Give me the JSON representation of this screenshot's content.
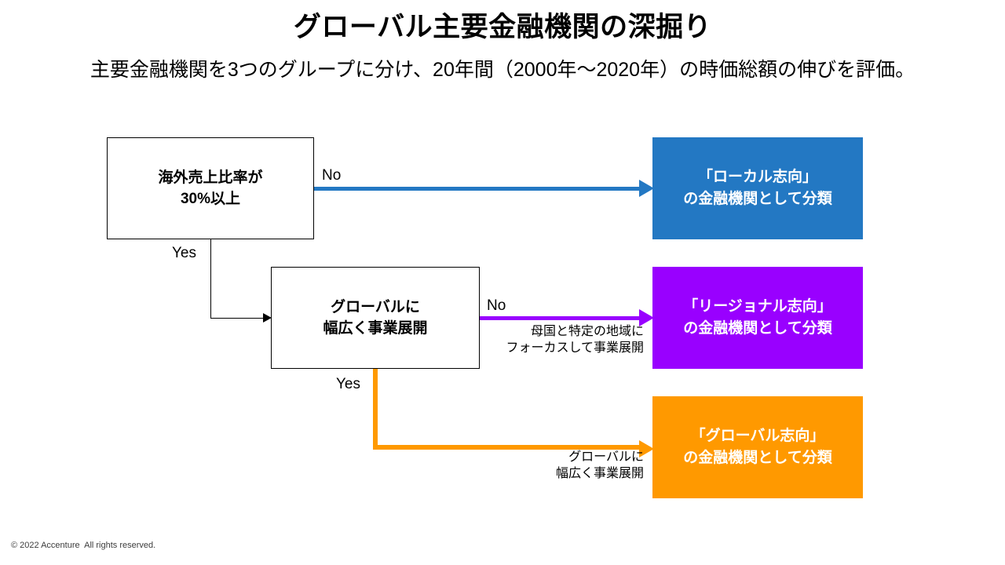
{
  "slide": {
    "title": "グローバル主要金融機関の深掘り",
    "subtitle": "主要金融機関を3つのグループに分け、20年間（2000年〜2020年）の時価総額の伸びを評価。"
  },
  "decision_nodes": [
    {
      "id": "overseas-ratio",
      "text": "海外売上比率が\n30%以上"
    },
    {
      "id": "global-breadth",
      "text": "グローバルに\n幅広く事業展開"
    }
  ],
  "result_nodes": [
    {
      "id": "local",
      "text": "「ローカル志向」\nの金融機関として分類",
      "color": "#2378C3"
    },
    {
      "id": "regional",
      "text": "「リージョナル志向」\nの金融機関として分類",
      "color": "#9900FF"
    },
    {
      "id": "global",
      "text": "「グローバル志向」\nの金融機関として分類",
      "color": "#FF9900"
    }
  ],
  "edges": {
    "no_to_local": "No",
    "yes_to_global_breadth": "Yes",
    "no_to_regional": "No",
    "yes_to_global": "Yes"
  },
  "edge_notes": {
    "regional": "母国と特定の地域に\nフォーカスして事業展開",
    "global": "グローバルに\n幅広く事業展開"
  },
  "footer": {
    "copyright": "© 2022 Accenture  All rights reserved."
  }
}
